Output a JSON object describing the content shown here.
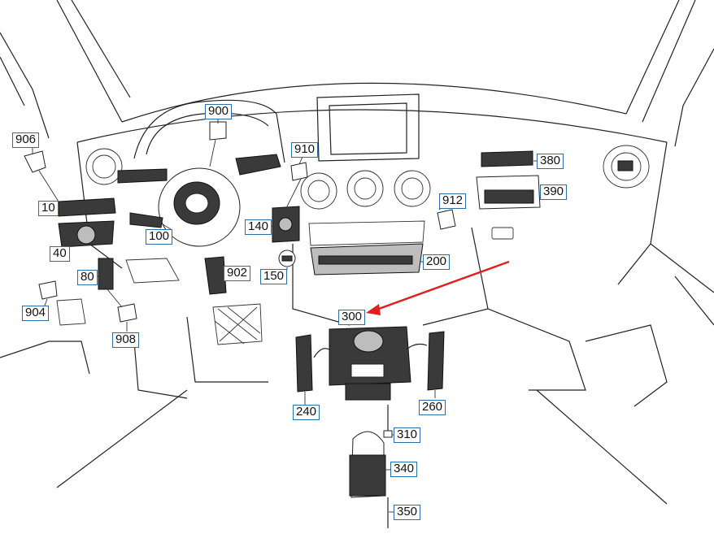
{
  "callouts": [
    {
      "id": "906",
      "label": "906"
    },
    {
      "id": "900",
      "label": "900"
    },
    {
      "id": "910",
      "label": "910"
    },
    {
      "id": "380",
      "label": "380"
    },
    {
      "id": "390",
      "label": "390"
    },
    {
      "id": "912",
      "label": "912"
    },
    {
      "id": "10",
      "label": "10"
    },
    {
      "id": "140",
      "label": "140"
    },
    {
      "id": "100",
      "label": "100"
    },
    {
      "id": "200",
      "label": "200"
    },
    {
      "id": "40",
      "label": "40"
    },
    {
      "id": "902",
      "label": "902"
    },
    {
      "id": "150",
      "label": "150"
    },
    {
      "id": "80",
      "label": "80"
    },
    {
      "id": "904",
      "label": "904"
    },
    {
      "id": "300",
      "label": "300"
    },
    {
      "id": "908",
      "label": "908"
    },
    {
      "id": "240",
      "label": "240"
    },
    {
      "id": "260",
      "label": "260"
    },
    {
      "id": "310",
      "label": "310"
    },
    {
      "id": "340",
      "label": "340"
    },
    {
      "id": "350",
      "label": "350"
    }
  ],
  "colors": {
    "callout_border": "#2a6fa8",
    "highlight_arrow": "#e02020",
    "line_art": "#222222"
  },
  "highlighted_part": "300"
}
